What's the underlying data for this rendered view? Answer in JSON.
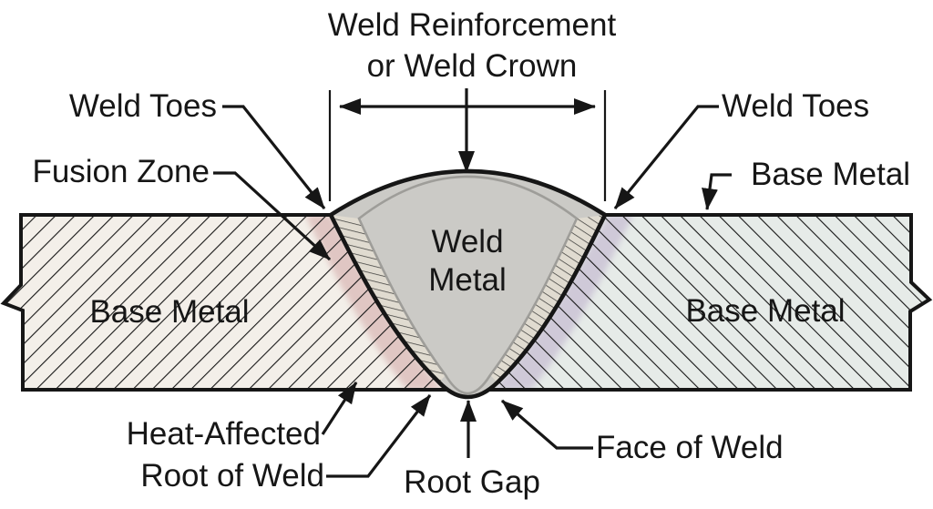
{
  "diagram": {
    "title": {
      "line1": "Weld Reinforcement",
      "line2": "or Weld Crown"
    },
    "labels": {
      "weld_toes": "Weld Toes",
      "fusion_zone": "Fusion Zone",
      "base_metal": "Base Metal",
      "weld_metal_line1": "Weld",
      "weld_metal_line2": "Metal",
      "heat_affected": "Heat-Affected",
      "root_of_weld": "Root of Weld",
      "root_gap": "Root Gap",
      "face_of_weld": "Face of Weld"
    },
    "colors": {
      "ink": "#161616",
      "plate_left": "#f3efe9",
      "plate_right": "#e6ebe8",
      "haz_left": "#e0c6c3",
      "haz_right": "#cfc9d8",
      "fusion_band": "#e0dbd0",
      "weld_metal": "#cbcac6",
      "inner_line": "#9e9d99"
    }
  }
}
